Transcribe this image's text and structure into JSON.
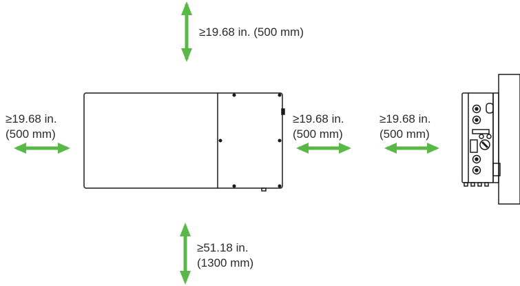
{
  "clearances": {
    "top": {
      "value": "≥19.68 in. (500 mm)"
    },
    "bottom": {
      "line1": "≥51.18 in.",
      "line2": "(1300 mm)"
    },
    "left": {
      "line1": "≥19.68 in.",
      "line2": "(500 mm)"
    },
    "right": {
      "line1": "≥19.68 in.",
      "line2": "(500 mm)"
    },
    "side_view": {
      "line1": "≥19.68 in.",
      "line2": "(500 mm)"
    }
  },
  "colors": {
    "arrow": "#5ab946",
    "outline": "#1a1a1a"
  },
  "icons": {
    "arrow": "double-headed-arrow-icon",
    "front_unit": "inverter-front-outline",
    "side_unit": "inverter-side-outline"
  }
}
